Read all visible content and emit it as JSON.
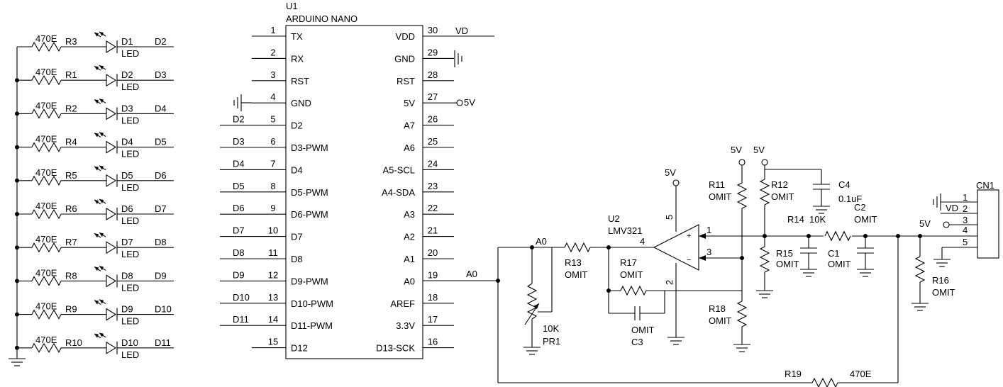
{
  "u1": {
    "ref": "U1",
    "name": "ARDUINO NANO",
    "left_pins": [
      {
        "num": "1",
        "name": "TX",
        "net": ""
      },
      {
        "num": "2",
        "name": "RX",
        "net": ""
      },
      {
        "num": "3",
        "name": "RST",
        "net": ""
      },
      {
        "num": "4",
        "name": "GND",
        "net": ""
      },
      {
        "num": "5",
        "name": "D2",
        "net": "D2"
      },
      {
        "num": "6",
        "name": "D3-PWM",
        "net": "D3"
      },
      {
        "num": "7",
        "name": "D4",
        "net": "D4"
      },
      {
        "num": "8",
        "name": "D5-PWM",
        "net": "D5"
      },
      {
        "num": "9",
        "name": "D6-PWM",
        "net": "D6"
      },
      {
        "num": "10",
        "name": "D7",
        "net": "D7"
      },
      {
        "num": "11",
        "name": "D8",
        "net": "D8"
      },
      {
        "num": "12",
        "name": "D9-PWM",
        "net": "D9"
      },
      {
        "num": "13",
        "name": "D10-PWM",
        "net": "D10"
      },
      {
        "num": "14",
        "name": "D11-PWM",
        "net": "D11"
      },
      {
        "num": "15",
        "name": "D12",
        "net": ""
      }
    ],
    "right_pins": [
      {
        "num": "30",
        "name": "VDD",
        "net": "VD"
      },
      {
        "num": "29",
        "name": "GND",
        "net": ""
      },
      {
        "num": "28",
        "name": "RST",
        "net": ""
      },
      {
        "num": "27",
        "name": "5V",
        "net": "5V"
      },
      {
        "num": "26",
        "name": "A7",
        "net": ""
      },
      {
        "num": "25",
        "name": "A6",
        "net": ""
      },
      {
        "num": "24",
        "name": "A5-SCL",
        "net": ""
      },
      {
        "num": "23",
        "name": "A4-SDA",
        "net": ""
      },
      {
        "num": "22",
        "name": "A3",
        "net": ""
      },
      {
        "num": "21",
        "name": "A2",
        "net": ""
      },
      {
        "num": "20",
        "name": "A1",
        "net": ""
      },
      {
        "num": "19",
        "name": "A0",
        "net": "A0"
      },
      {
        "num": "18",
        "name": "AREF",
        "net": ""
      },
      {
        "num": "17",
        "name": "3.3V",
        "net": ""
      },
      {
        "num": "16",
        "name": "D13-SCK",
        "net": ""
      }
    ]
  },
  "led_rows": [
    {
      "resistor": "R3",
      "value": "470E",
      "led": "D1",
      "type": "LED",
      "net": "D2"
    },
    {
      "resistor": "R1",
      "value": "470E",
      "led": "D2",
      "type": "LED",
      "net": "D3"
    },
    {
      "resistor": "R2",
      "value": "470E",
      "led": "D3",
      "type": "LED",
      "net": "D4"
    },
    {
      "resistor": "R4",
      "value": "470E",
      "led": "D4",
      "type": "LED",
      "net": "D5"
    },
    {
      "resistor": "R5",
      "value": "470E",
      "led": "D5",
      "type": "LED",
      "net": "D6"
    },
    {
      "resistor": "R6",
      "value": "470E",
      "led": "D6",
      "type": "LED",
      "net": "D7"
    },
    {
      "resistor": "R7",
      "value": "470E",
      "led": "D7",
      "type": "LED",
      "net": "D8"
    },
    {
      "resistor": "R8",
      "value": "470E",
      "led": "D8",
      "type": "LED",
      "net": "D9"
    },
    {
      "resistor": "R9",
      "value": "470E",
      "led": "D9",
      "type": "LED",
      "net": "D10"
    },
    {
      "resistor": "R10",
      "value": "470E",
      "led": "D10",
      "type": "LED",
      "net": "D11"
    }
  ],
  "net_a0": "A0",
  "u2": {
    "ref": "U2",
    "name": "LMV321",
    "pin_out": "4",
    "pin_in_plus": "1",
    "pin_in_minus": "3",
    "pin_vcc": "5",
    "pin_gnd": "2",
    "plus": "+",
    "minus": "−"
  },
  "r13": {
    "ref": "R13",
    "value": "OMIT"
  },
  "r17": {
    "ref": "R17",
    "value": "OMIT"
  },
  "c3": {
    "ref": "C3",
    "value": "OMIT"
  },
  "pr1": {
    "ref": "PR1",
    "value": "10K"
  },
  "r11": {
    "ref": "R11",
    "value": "OMIT"
  },
  "r18": {
    "ref": "R18",
    "value": "OMIT"
  },
  "r12": {
    "ref": "R12",
    "value": "OMIT"
  },
  "c4": {
    "ref": "C4",
    "value": "0.1uF"
  },
  "r14": {
    "ref": "R14",
    "value": "10K"
  },
  "c2": {
    "ref": "C2",
    "value": "OMIT"
  },
  "r15": {
    "ref": "R15",
    "value": "OMIT"
  },
  "c1": {
    "ref": "C1",
    "value": "OMIT"
  },
  "r16": {
    "ref": "R16",
    "value": "OMIT"
  },
  "r19": {
    "ref": "R19",
    "value": "470E"
  },
  "supply_5v": "5V",
  "cn1": {
    "ref": "CN1",
    "pins": [
      "1",
      "2",
      "3",
      "4",
      "5"
    ],
    "vd": "VD"
  }
}
